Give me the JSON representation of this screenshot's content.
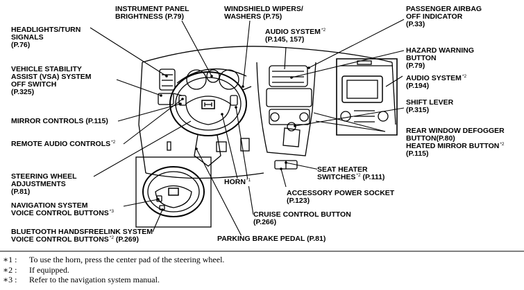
{
  "callouts": {
    "instrument_panel": {
      "lines": [
        "INSTRUMENT PANEL",
        "BRIGHTNESS (P.79)"
      ]
    },
    "wipers": {
      "lines": [
        "WINDSHIELD WIPERS/",
        "WASHERS (P.75)"
      ]
    },
    "passenger_airbag": {
      "lines": [
        "PASSENGER AIRBAG",
        "OFF INDICATOR",
        "(P.33)"
      ]
    },
    "headlights": {
      "lines": [
        "HEADLIGHTS/TURN",
        "SIGNALS",
        "(P.76)"
      ]
    },
    "audio_system_top": {
      "lines": [
        "AUDIO SYSTEM",
        "(P.145, 157)"
      ],
      "mark": "*2"
    },
    "hazard": {
      "lines": [
        "HAZARD WARNING",
        "BUTTON",
        "(P.79)"
      ]
    },
    "vsa": {
      "lines": [
        "VEHICLE STABILITY",
        "ASSIST (VSA) SYSTEM",
        "OFF SWITCH",
        "(P.325)"
      ]
    },
    "audio_system_right": {
      "lines": [
        "AUDIO SYSTEM",
        "(P.194)"
      ],
      "mark": "*2"
    },
    "shift_lever": {
      "lines": [
        "SHIFT LEVER",
        "(P.315)"
      ]
    },
    "mirror_controls": {
      "lines": [
        "MIRROR CONTROLS (P.115)"
      ]
    },
    "rear_defogger": {
      "lines": [
        "REAR WINDOW DEFOGGER",
        "BUTTON(P.80)",
        "HEATED MIRROR BUTTON",
        "(P.115)"
      ],
      "mark": "*2"
    },
    "remote_audio": {
      "lines": [
        "REMOTE AUDIO CONTROLS"
      ],
      "mark": "*2"
    },
    "seat_heater": {
      "lines": [
        "SEAT HEATER",
        "SWITCHES",
        "(P.111)"
      ],
      "mark": "*2"
    },
    "steering_adjust": {
      "lines": [
        "STEERING WHEEL",
        "ADJUSTMENTS",
        "(P.81)"
      ]
    },
    "horn": {
      "lines": [
        "HORN"
      ],
      "mark": "*1"
    },
    "accessory_socket": {
      "lines": [
        "ACCESSORY POWER SOCKET",
        "(P.123)"
      ]
    },
    "nav_voice": {
      "lines": [
        "NAVIGATION SYSTEM",
        "VOICE CONTROL BUTTONS"
      ],
      "mark": "*3"
    },
    "cruise": {
      "lines": [
        "CRUISE CONTROL BUTTON",
        "(P.266)"
      ]
    },
    "bluetooth": {
      "lines": [
        "BLUETOOTH HANDSFREELINK SYSTEM",
        "VOICE CONTROL BUTTONS"
      ],
      "mark": "*2",
      "page": "(P.269)"
    },
    "parking_brake": {
      "lines": [
        "PARKING BRAKE PEDAL (P.81)"
      ]
    }
  },
  "footnotes": [
    {
      "mark": "∗1 :",
      "text": "To use the horn, press the center pad of the steering wheel."
    },
    {
      "mark": "∗2 :",
      "text": "If equipped."
    },
    {
      "mark": "∗3 :",
      "text": "Refer to the navigation system manual."
    }
  ]
}
